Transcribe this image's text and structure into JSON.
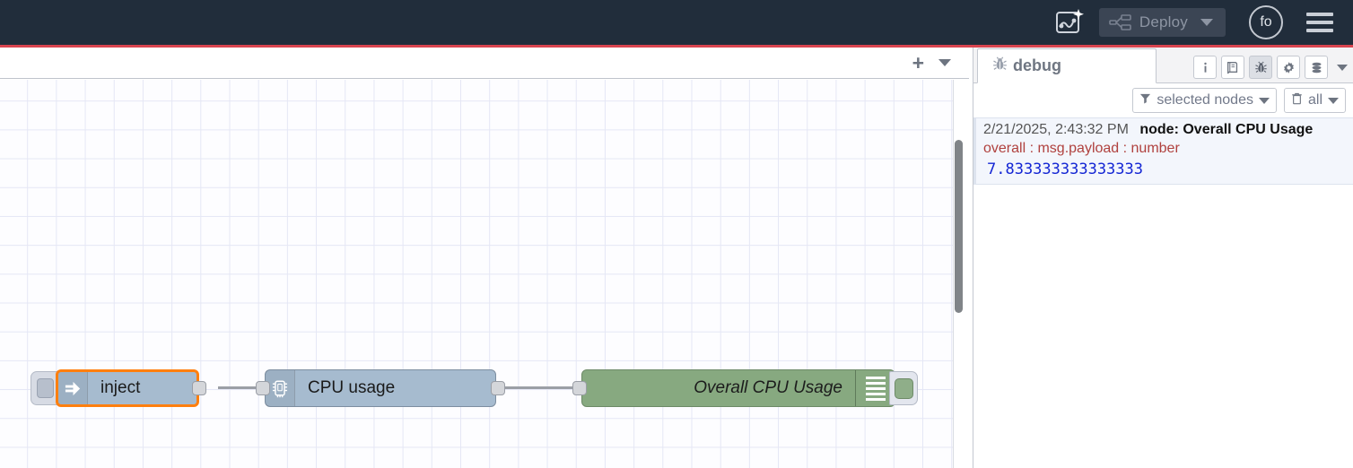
{
  "header": {
    "ai_flow_icon": "flow-sparkle-icon",
    "deploy": {
      "label": "Deploy",
      "icon": "deploy-icon",
      "caret": "chevron-down-icon",
      "disabled": true
    },
    "avatar": {
      "initials": "fo"
    },
    "menu_icon": "hamburger-menu-icon",
    "bg_color": "#212d3b",
    "accent_line_color": "#d9444f"
  },
  "workspace": {
    "tabbar": {
      "add_label": "+",
      "caret_icon": "chevron-down-icon"
    },
    "nodes": [
      {
        "id": "inject",
        "type": "inject",
        "label": "inject",
        "icon": "inject-arrow-icon",
        "color": "#a6bbcf",
        "selected": true,
        "selection_color": "#ff7f0e",
        "has_trigger_button": true
      },
      {
        "id": "cpu-usage",
        "type": "cpu",
        "label": "CPU usage",
        "icon": "microchip-icon",
        "color": "#a6bbcf",
        "selected": false
      },
      {
        "id": "overall-cpu-usage",
        "type": "debug",
        "label": "Overall CPU Usage",
        "icon": "debug-lines-icon",
        "color": "#87a980",
        "selected": false,
        "enabled": true
      }
    ]
  },
  "sidebar": {
    "tab": {
      "label": "debug",
      "icon": "bug-icon"
    },
    "tools": [
      {
        "name": "info-icon",
        "glyph": "i",
        "active": false
      },
      {
        "name": "help-book-icon",
        "glyph": "book",
        "active": false
      },
      {
        "name": "debug-bug-icon",
        "glyph": "bug",
        "active": true
      },
      {
        "name": "config-gear-icon",
        "glyph": "gear",
        "active": false
      },
      {
        "name": "context-data-icon",
        "glyph": "stack",
        "active": false
      }
    ],
    "tools_caret": "chevron-down-icon",
    "filters": [
      {
        "name": "node-filter",
        "icon": "funnel-icon",
        "label": "selected nodes",
        "caret": "chevron-down-icon"
      },
      {
        "name": "clear-filter",
        "icon": "trash-icon",
        "label": "all",
        "caret": "chevron-down-icon"
      }
    ],
    "messages": [
      {
        "timestamp": "2/21/2025, 2:43:32 PM",
        "node": "node: Overall CPU Usage",
        "topic": "overall : msg.payload : number",
        "value": "7.833333333333333",
        "value_color": "#1426d4",
        "topic_color": "#b0413e"
      }
    ]
  }
}
